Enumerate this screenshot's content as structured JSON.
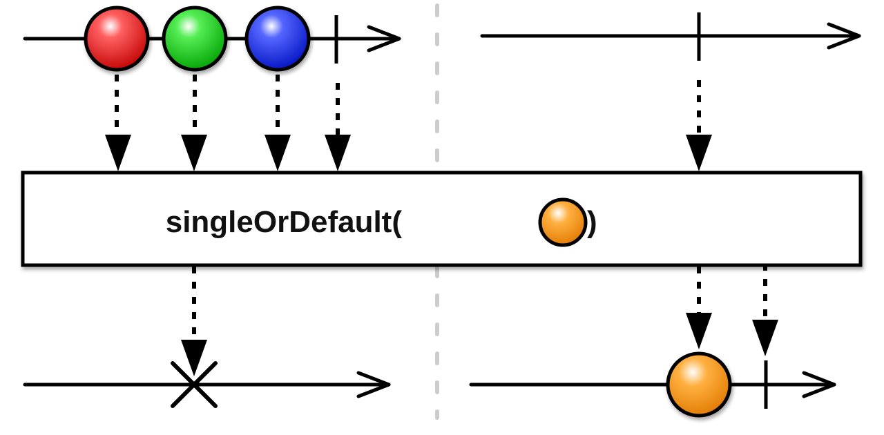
{
  "operator": {
    "name": "singleOrDefault",
    "open_paren": "(",
    "close_paren": ")",
    "default_marble_color": "#f08a00"
  },
  "left_scenario": {
    "source_marbles": [
      {
        "name": "red-marble",
        "color": "#ee1111"
      },
      {
        "name": "green-marble",
        "color": "#11cc11"
      },
      {
        "name": "blue-marble",
        "color": "#1122ee"
      }
    ],
    "source_completes": true,
    "result": "error"
  },
  "right_scenario": {
    "source_marbles": [],
    "source_completes": true,
    "result_marble": {
      "name": "orange-default-marble",
      "color": "#f08a00"
    },
    "result_completes": true
  },
  "colors": {
    "stroke": "#000000",
    "divider": "#cccccc",
    "box_fill": "#ffffff"
  }
}
